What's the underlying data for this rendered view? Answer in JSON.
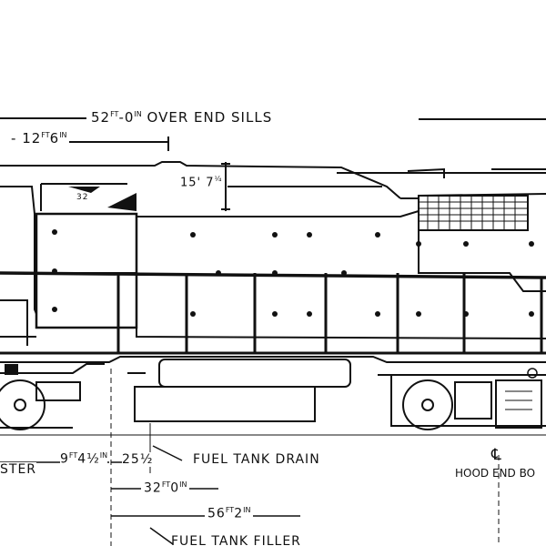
{
  "dimensions": {
    "overall_length": {
      "ft": "52",
      "ft_unit": "FT",
      "in": "0",
      "in_unit": "IN",
      "suffix": "OVER END SILLS"
    },
    "cab_length": {
      "ft": "12",
      "ft_unit": "FT",
      "in": "6",
      "in_unit": "IN"
    },
    "height": {
      "value": "15' 7",
      "mark": "¹⁄₄"
    },
    "bolster_offset": {
      "prefix": "STER",
      "ft": "9",
      "ft_unit": "FT",
      "in": "4½",
      "in_unit": "IN"
    },
    "drain_offset": {
      "value": "25½"
    },
    "truck_centers": {
      "ft": "32",
      "ft_unit": "FT",
      "in": "0",
      "in_unit": "IN"
    },
    "filler_offset": {
      "ft": "56",
      "ft_unit": "FT",
      "in": "2",
      "in_unit": "IN"
    }
  },
  "callouts": {
    "fuel_tank_drain": "FUEL TANK DRAIN",
    "fuel_tank_filler": "FUEL TANK FILLER",
    "hood_end": "HOOD END BO",
    "centerline_symbol": "℄",
    "cab_number": "32"
  },
  "colors": {
    "ink": "#111111",
    "paper": "#ffffff"
  }
}
